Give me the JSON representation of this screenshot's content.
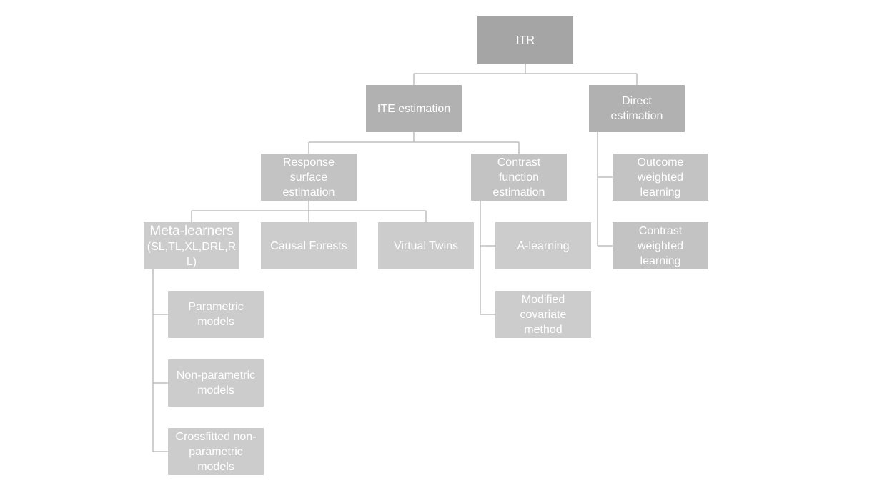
{
  "diagram": {
    "root": {
      "label": "ITR"
    },
    "ite_estimation": {
      "label": "ITE estimation"
    },
    "direct_estimation": {
      "label": "Direct\nestimation"
    },
    "response_surface": {
      "label": "Response\nsurface\nestimation"
    },
    "contrast_function": {
      "label": "Contrast\nfunction\nestimation"
    },
    "outcome_weighted": {
      "label": "Outcome\nweighted\nlearning"
    },
    "contrast_weighted": {
      "label": "Contrast\nweighted\nlearning"
    },
    "meta_learners": {
      "title": "Meta-learners",
      "subtitle": "(SL,TL,XL,DRL,R\nL)"
    },
    "causal_forests": {
      "label": "Causal Forests"
    },
    "virtual_twins": {
      "label": "Virtual Twins"
    },
    "a_learning": {
      "label": "A-learning"
    },
    "modified_covariate": {
      "label": "Modified\ncovariate\nmethod"
    },
    "parametric": {
      "label": "Parametric\nmodels"
    },
    "non_parametric": {
      "label": "Non-parametric\nmodels"
    },
    "crossfitted": {
      "label": "Crossfitted non-\nparametric\nmodels"
    }
  },
  "colors": {
    "level0": "#a5a5a5",
    "level1": "#b1b1b1",
    "level2": "#c3c3c3",
    "level3": "#cccccc",
    "connector": "#bfbfbf"
  }
}
